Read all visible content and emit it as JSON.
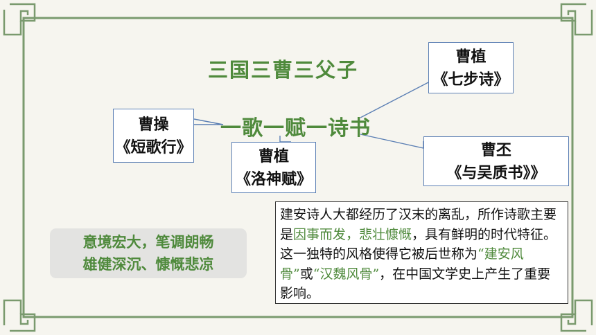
{
  "slide": {
    "title": "三国三曹三父子",
    "subtitle": "一歌一赋一诗书",
    "callouts": [
      {
        "name": "曹操",
        "work": "《短歌行》"
      },
      {
        "name": "曹植",
        "work": "《七步诗》"
      },
      {
        "name": "曹植",
        "work": "《洛神赋》"
      },
      {
        "name": "曹丕",
        "work": "《与吴质书》》"
      }
    ],
    "keywords": {
      "line1": "意境宏大，笔调朗畅",
      "line2": "雄健深沉、慷慨悲凉"
    },
    "description": {
      "p1": "建安诗人大都经历了汉末的离乱，所作诗歌主要是",
      "h1": "因事而发，悲壮慷慨",
      "p2": "，具有鲜明的时代特征。这一独特的风格使得它被后世称为",
      "h2": "“建安风骨”",
      "p3": "或",
      "h3": "“汉魏风骨”",
      "p4": "，在中国文学史上产生了重要影响。"
    }
  },
  "colors": {
    "accent_green": "#4f8a3c",
    "frame_green": "#7a9a6e",
    "callout_border": "#5b7fb4",
    "background": "#f6f5ef"
  }
}
